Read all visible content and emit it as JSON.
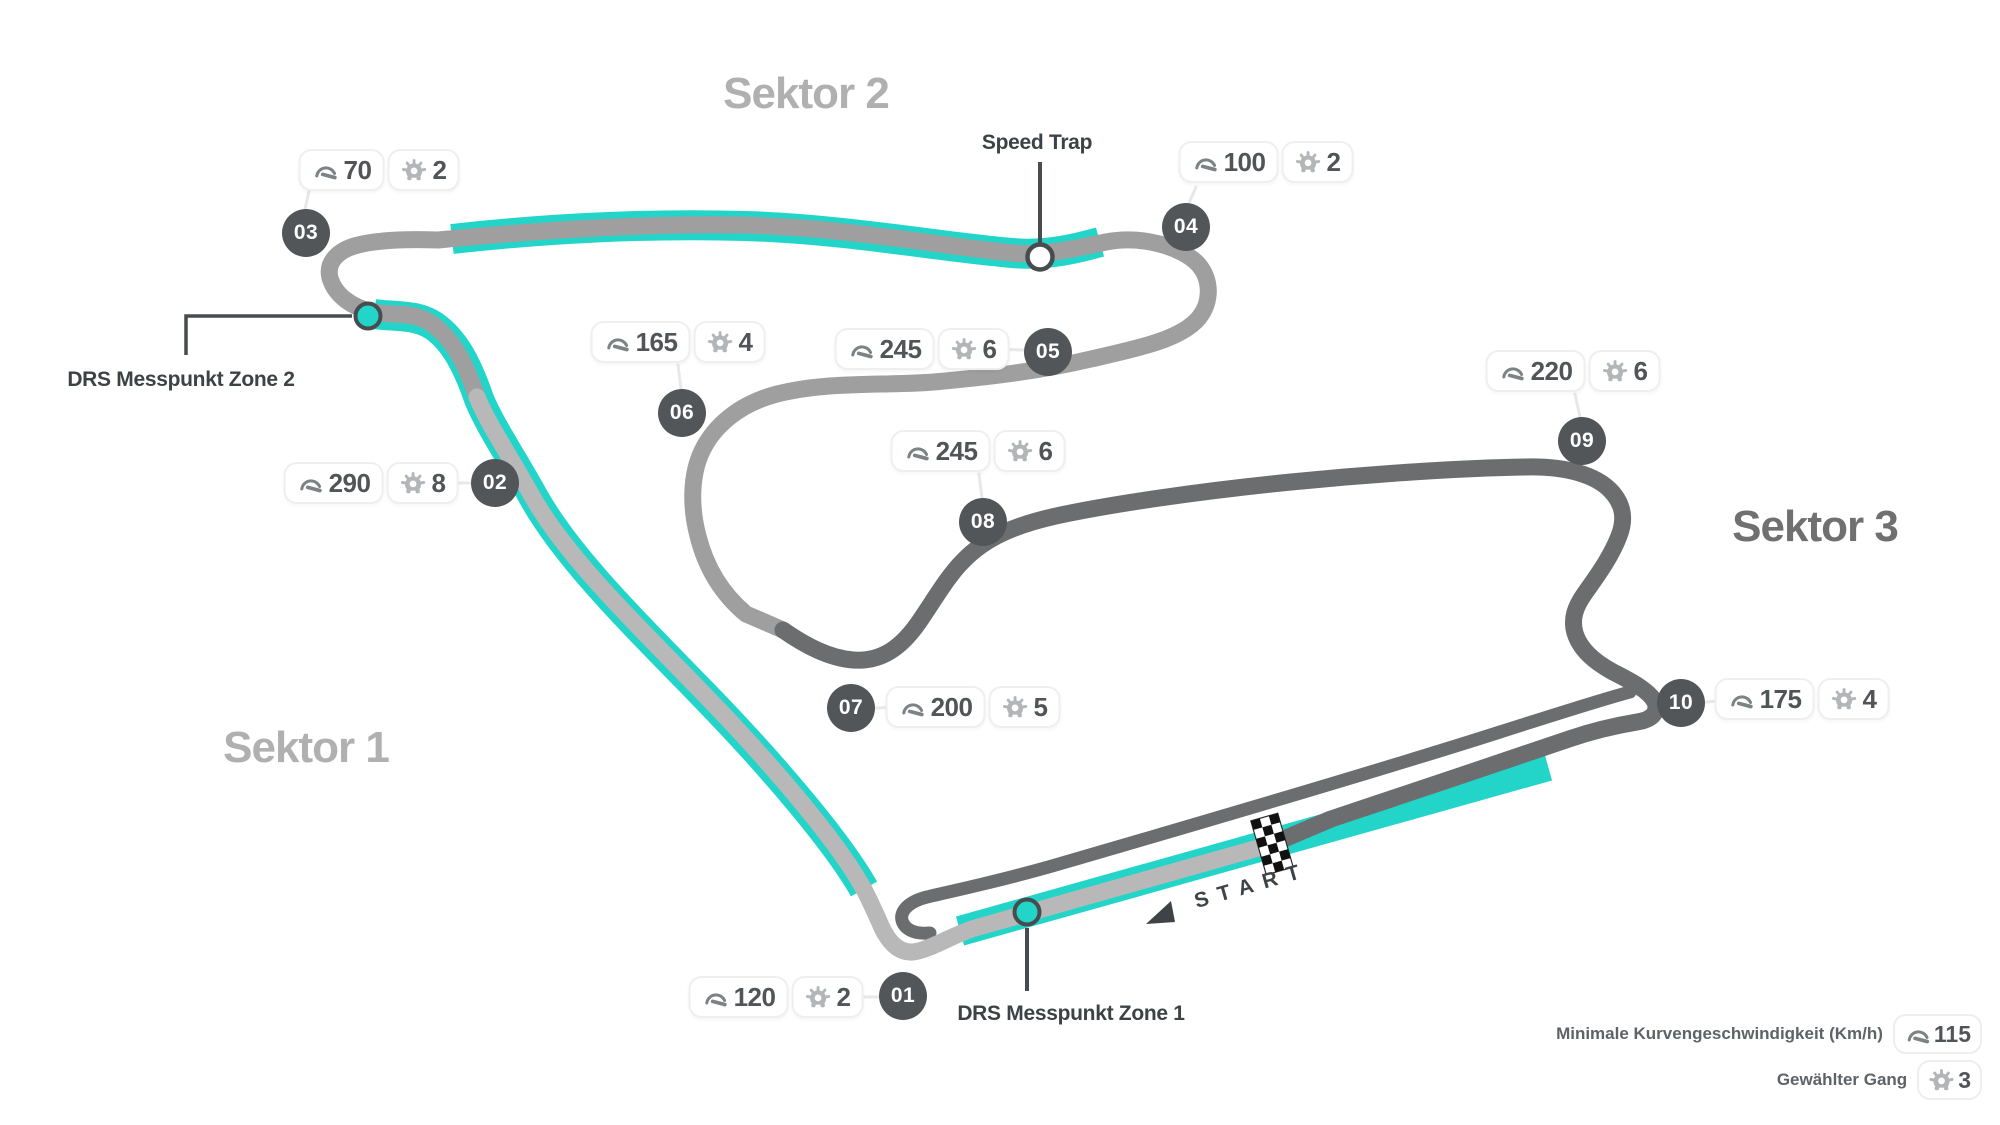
{
  "sector_labels": {
    "s1": "Sektor 1",
    "s2": "Sektor 2",
    "s3": "Sektor 3"
  },
  "annotations": {
    "speed_trap": "Speed Trap",
    "drs_detection_zone2": "DRS Messpunkt Zone 2",
    "drs_detection_zone1": "DRS Messpunkt Zone 1",
    "start": "START"
  },
  "corners": [
    {
      "number": "01",
      "min_speed": "120",
      "gear": "2"
    },
    {
      "number": "02",
      "min_speed": "290",
      "gear": "8"
    },
    {
      "number": "03",
      "min_speed": "70",
      "gear": "2"
    },
    {
      "number": "04",
      "min_speed": "100",
      "gear": "2"
    },
    {
      "number": "05",
      "min_speed": "245",
      "gear": "6"
    },
    {
      "number": "06",
      "min_speed": "165",
      "gear": "4"
    },
    {
      "number": "07",
      "min_speed": "200",
      "gear": "5"
    },
    {
      "number": "08",
      "min_speed": "245",
      "gear": "6"
    },
    {
      "number": "09",
      "min_speed": "220",
      "gear": "6"
    },
    {
      "number": "10",
      "min_speed": "175",
      "gear": "4"
    }
  ],
  "legend": {
    "min_speed_label": "Minimale Kurvengeschwindigkeit (Km/h)",
    "min_speed_value": "115",
    "gear_label": "Gewählter Gang",
    "gear_value": "3"
  },
  "colors": {
    "drs_teal": "#23d5c8",
    "sector1_track": "#b8b8b8",
    "sector2_track": "#9f9f9f",
    "sector3_track": "#6b6d6e",
    "corner_marker": "#535659",
    "marker_ring": "#474c4f"
  }
}
